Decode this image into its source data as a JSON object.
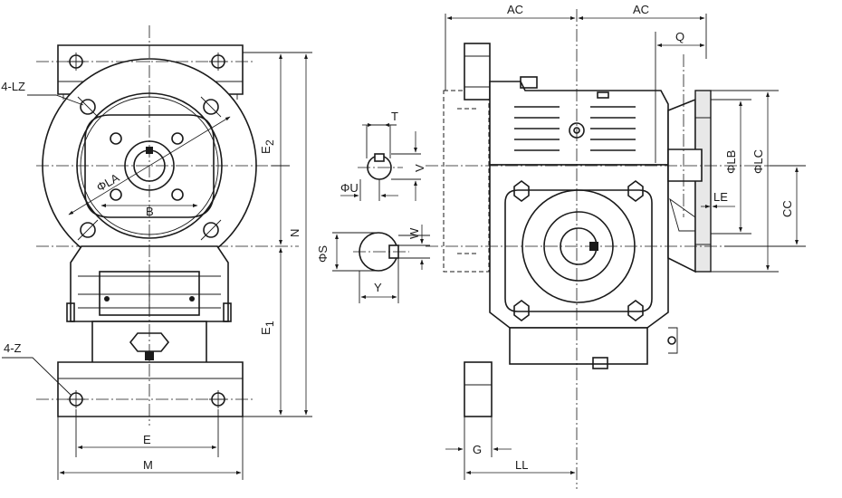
{
  "labels": {
    "lz": "4-LZ",
    "z": "4-Z",
    "la": "ΦLA",
    "b": "B",
    "e": "E",
    "m": "M",
    "e1": "E",
    "e1_sub": "1",
    "e2": "E",
    "e2_sub": "2",
    "n": "N",
    "t": "T",
    "v": "V",
    "u": "ΦU",
    "w": "W",
    "s": "ΦS",
    "y": "Y",
    "ac_left": "AC",
    "ac_right": "AC",
    "q": "Q",
    "lb": "ΦLB",
    "lc": "ΦLC",
    "le": "LE",
    "cc": "CC",
    "g": "G",
    "ll": "LL"
  }
}
